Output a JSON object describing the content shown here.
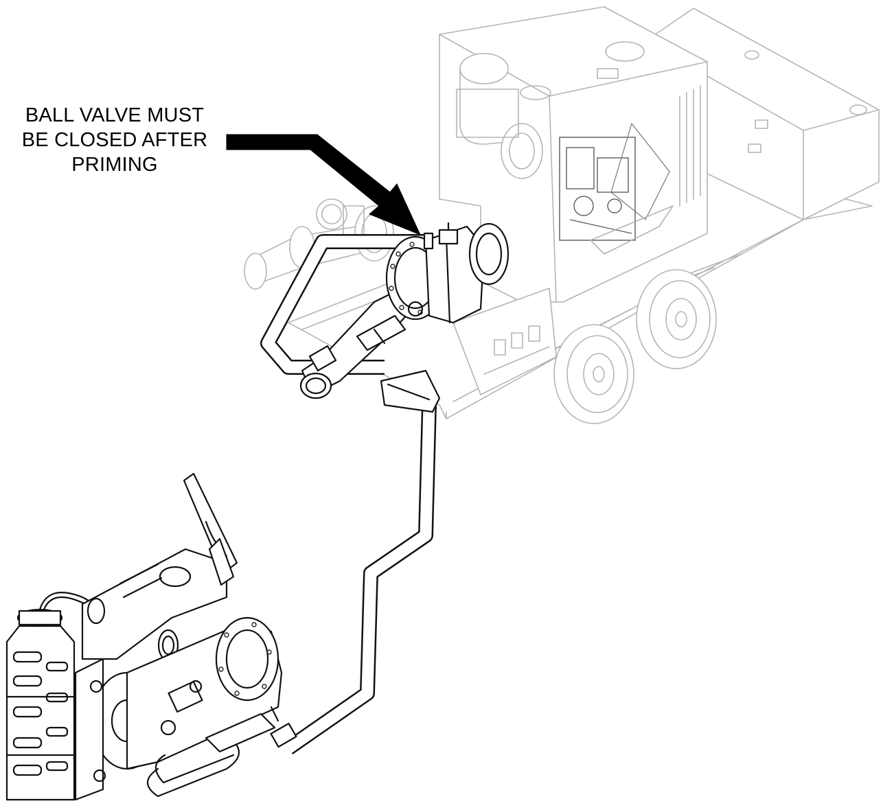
{
  "callout": {
    "lines": [
      "BALL VALVE MUST",
      "BE CLOSED AFTER",
      "PRIMING"
    ]
  },
  "colors": {
    "text": "#000000",
    "linework": "#111111",
    "faded_linework": "#b4b4b4",
    "background": "#ffffff"
  }
}
